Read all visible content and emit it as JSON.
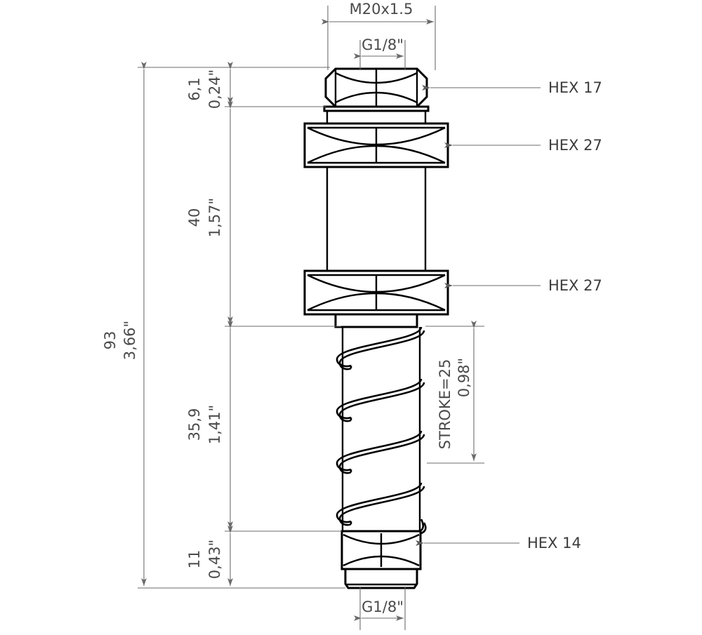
{
  "drawing": {
    "type": "technical-engineering-drawing",
    "subject": "spring-loaded plunger / hydraulic fitting cartridge",
    "units": "mm and inches",
    "dimensions": {
      "overall_height": {
        "mm": "93",
        "inch": "3,66\""
      },
      "top_nut_height": {
        "mm": "6,1",
        "inch": "0,24\""
      },
      "body_height": {
        "mm": "40",
        "inch": "1,57\""
      },
      "plunger_height": {
        "mm": "35,9",
        "inch": "1,41\""
      },
      "bottom_height": {
        "mm": "11",
        "inch": "0,43\""
      },
      "stroke": {
        "mm": "STROKE=25",
        "inch": "0,98\""
      },
      "top_thread": "M20x1.5",
      "top_port": "G1/8\"",
      "bottom_port": "G1/8\""
    },
    "callouts": [
      {
        "id": "hex17",
        "label": "HEX 17"
      },
      {
        "id": "hex27_upper",
        "label": "HEX 27"
      },
      {
        "id": "hex27_lower",
        "label": "HEX 27"
      },
      {
        "id": "hex14",
        "label": "HEX 14"
      }
    ],
    "colors": {
      "outline": "#000000",
      "dimension_line": "#6b6b6b",
      "text": "#4a4a4a",
      "background": "#ffffff"
    }
  }
}
